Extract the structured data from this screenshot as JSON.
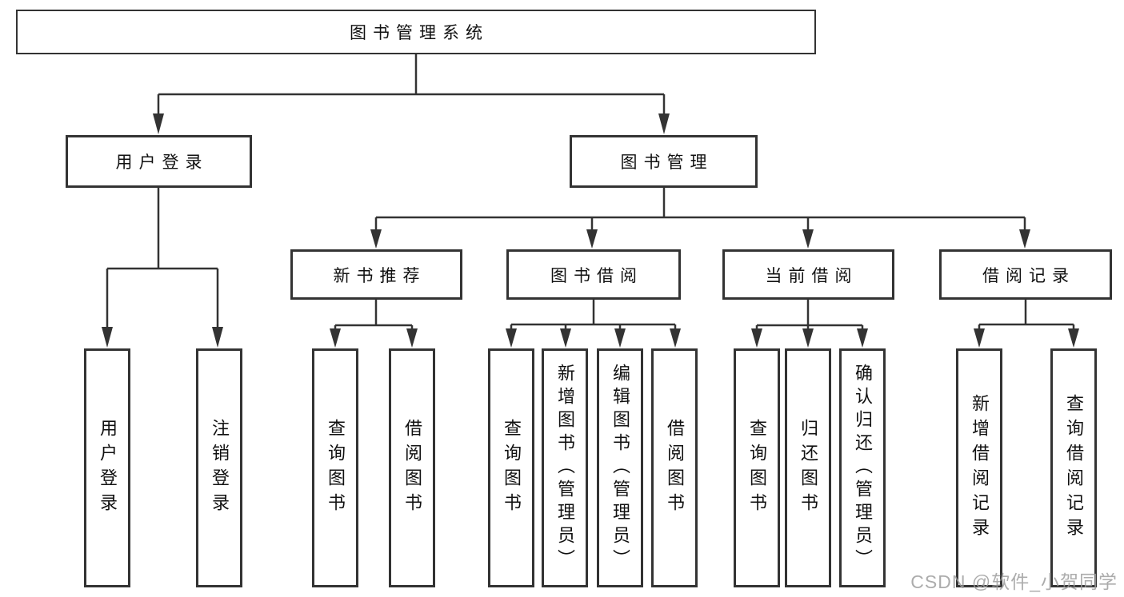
{
  "diagram": {
    "root": {
      "label": "图书管理系统"
    },
    "branches": [
      {
        "label": "用户登录",
        "children": [
          "用户登录",
          "注销登录"
        ]
      },
      {
        "label": "图书管理",
        "sections": [
          {
            "label": "新书推荐",
            "children": [
              "查询图书",
              "借阅图书"
            ]
          },
          {
            "label": "图书借阅",
            "children": [
              "查询图书",
              "新增图书（管理员）",
              "编辑图书（管理员）",
              "借阅图书"
            ]
          },
          {
            "label": "当前借阅",
            "children": [
              "查询图书",
              "归还图书",
              "确认归还（管理员）"
            ]
          },
          {
            "label": "借阅记录",
            "children": [
              "新增借阅记录",
              "查询借阅记录"
            ]
          }
        ]
      }
    ]
  },
  "watermark": "CSDN @软件_小贺同学",
  "colors": {
    "line": "#333333",
    "box_border": "#333333",
    "box_background": "#ffffff",
    "text": "#111111",
    "watermark": "#9e9e9e"
  }
}
